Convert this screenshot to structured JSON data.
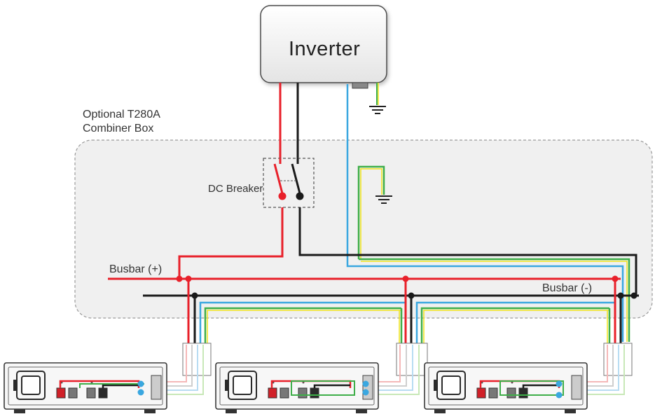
{
  "inverter": {
    "label": "Inverter"
  },
  "combiner_box": {
    "label_line1": "Optional T280A",
    "label_line2": "Combiner Box"
  },
  "breaker": {
    "label": "DC Breaker"
  },
  "busbar_pos": {
    "label": "Busbar (+)"
  },
  "busbar_neg": {
    "label": "Busbar (-)"
  },
  "batteries": [
    {
      "id": "battery-1"
    },
    {
      "id": "battery-2"
    },
    {
      "id": "battery-3"
    }
  ],
  "colors": {
    "positive": "#e8202a",
    "negative": "#1a1a1a",
    "communication": "#3aa7e0",
    "ground_green": "#3fae49",
    "ground_yellow": "#f2e41b",
    "box_fill": "#f0f0f0",
    "box_border": "#9a9a9a"
  }
}
